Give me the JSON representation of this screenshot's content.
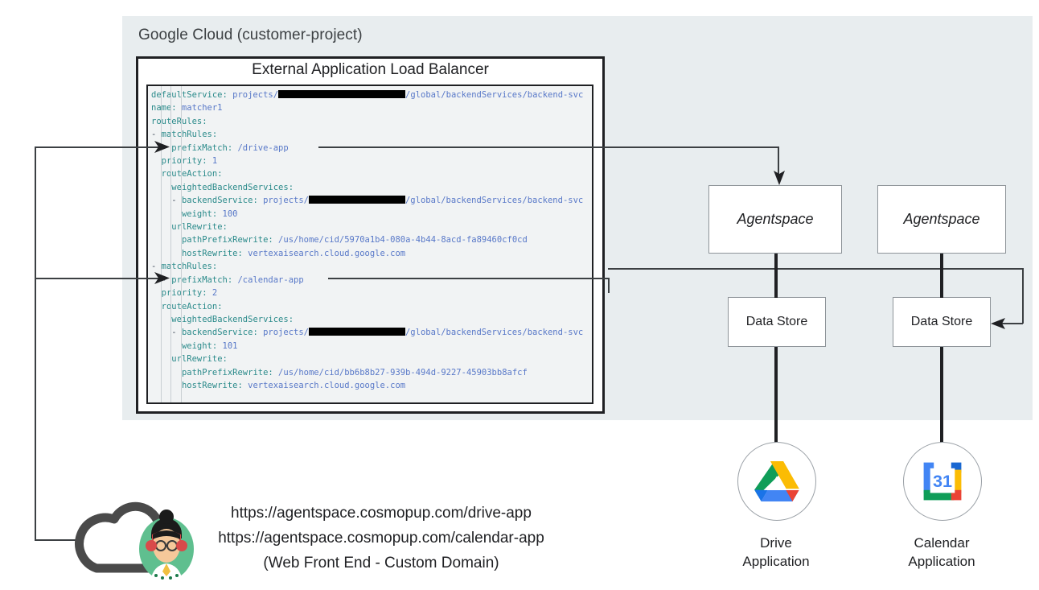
{
  "panel": {
    "title": "Google Cloud (customer-project)",
    "bg_color": "#e8edef"
  },
  "load_balancer": {
    "title": "External Application Load Balancer",
    "code": {
      "language": "yaml",
      "lines": [
        {
          "indent": 0,
          "text": "defaultService: projects/",
          "redact": 158,
          "tail": "/global/backendServices/backend-svc",
          "type": "kv"
        },
        {
          "indent": 0,
          "text": "name: matcher1"
        },
        {
          "indent": 0,
          "text": "routeRules:"
        },
        {
          "indent": 0,
          "text": "- matchRules:"
        },
        {
          "indent": 1,
          "text": "- prefixMatch: /drive-app",
          "anchor": "drive-app"
        },
        {
          "indent": 1,
          "text": "priority: 1"
        },
        {
          "indent": 1,
          "text": "routeAction:"
        },
        {
          "indent": 2,
          "text": "weightedBackendServices:"
        },
        {
          "indent": 2,
          "text": "- backendService: projects/",
          "redact": 120,
          "tail": "/global/backendServices/backend-svc"
        },
        {
          "indent": 3,
          "text": "weight: 100"
        },
        {
          "indent": 2,
          "text": "urlRewrite:"
        },
        {
          "indent": 3,
          "text": "pathPrefixRewrite: /us/home/cid/5970a1b4-080a-4b44-8acd-fa89460cf0cd"
        },
        {
          "indent": 3,
          "text": "hostRewrite: vertexaisearch.cloud.google.com"
        },
        {
          "indent": 0,
          "text": "- matchRules:"
        },
        {
          "indent": 1,
          "text": "- prefixMatch: /calendar-app",
          "anchor": "calendar-app"
        },
        {
          "indent": 1,
          "text": "priority: 2"
        },
        {
          "indent": 1,
          "text": "routeAction:"
        },
        {
          "indent": 2,
          "text": "weightedBackendServices:"
        },
        {
          "indent": 2,
          "text": "- backendService: projects/",
          "redact": 120,
          "tail": "/global/backendServices/backend-svc"
        },
        {
          "indent": 3,
          "text": "weight: 101"
        },
        {
          "indent": 2,
          "text": "urlRewrite:"
        },
        {
          "indent": 3,
          "text": "pathPrefixRewrite: /us/home/cid/bb6b8b27-939b-494d-9227-45903bb8afcf"
        },
        {
          "indent": 3,
          "text": "hostRewrite: vertexaisearch.cloud.google.com"
        }
      ],
      "key_color": "#2a8a8a",
      "value_color": "#5878c8",
      "bg_color": "#f1f3f4"
    }
  },
  "nodes": {
    "agentspace_drive": "Agentspace",
    "agentspace_calendar": "Agentspace",
    "datastore_drive": "Data Store",
    "datastore_calendar": "Data Store"
  },
  "frontend": {
    "url_drive": "https://agentspace.cosmopup.com/drive-app",
    "url_calendar": "https://agentspace.cosmopup.com/calendar-app",
    "note": "(Web Front End - Custom Domain)",
    "icon": "cloud-user-icon"
  },
  "applications": [
    {
      "icon": "google-drive-icon",
      "caption_line1": "Drive",
      "caption_line2": "Application"
    },
    {
      "icon": "google-calendar-icon",
      "caption_line1": "Calendar",
      "caption_line2": "Application",
      "badge": "31"
    }
  ]
}
